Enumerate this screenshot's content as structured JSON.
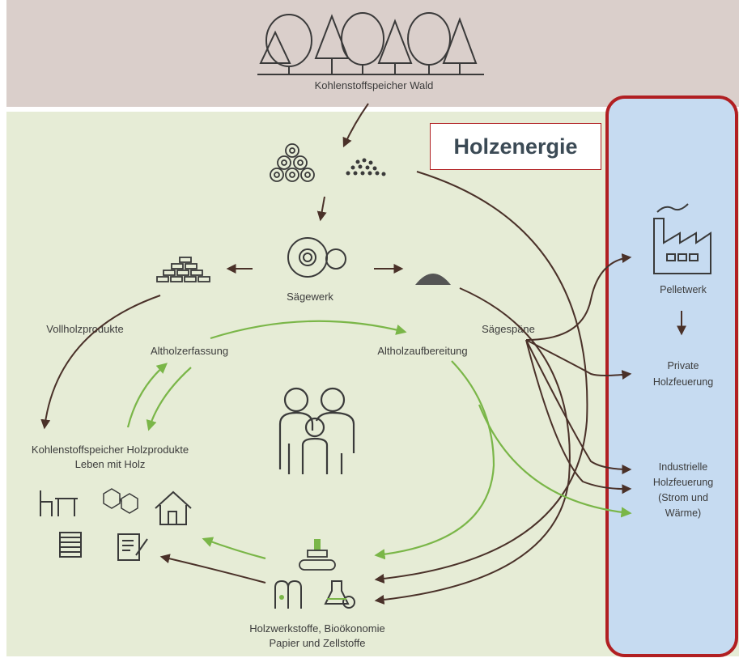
{
  "colors": {
    "forest_band": "#dacfcb",
    "cycle_area": "#e6ecd6",
    "energy_panel": "#c6dbf1",
    "energy_border": "#b11f22",
    "brown_arrow": "#4a3129",
    "green_arrow": "#7ab648"
  },
  "header": {
    "label": "Kohlenstoffspeicher Wald"
  },
  "highlight": {
    "title": "Holzenergie"
  },
  "cycle": {
    "saw": "Sägewerk",
    "solid": "Vollholzprodukte",
    "chips": "Sägespäne",
    "collection": "Altholzerfassung",
    "processing": "Altholzaufbereitung",
    "storage_line1": "Kohlenstoffspeicher Holzprodukte",
    "storage_line2": "Leben mit Holz",
    "bottom_line1": "Holzwerkstoffe, Bioökonomie",
    "bottom_line2": "Papier und Zellstoffe"
  },
  "energy": {
    "pellet": "Pelletwerk",
    "private_line1": "Private",
    "private_line2": "Holzfeuerung",
    "industrial_line1": "Industrielle",
    "industrial_line2": "Holzfeuerung",
    "industrial_line3": "(Strom und",
    "industrial_line4": "Wärme)"
  }
}
